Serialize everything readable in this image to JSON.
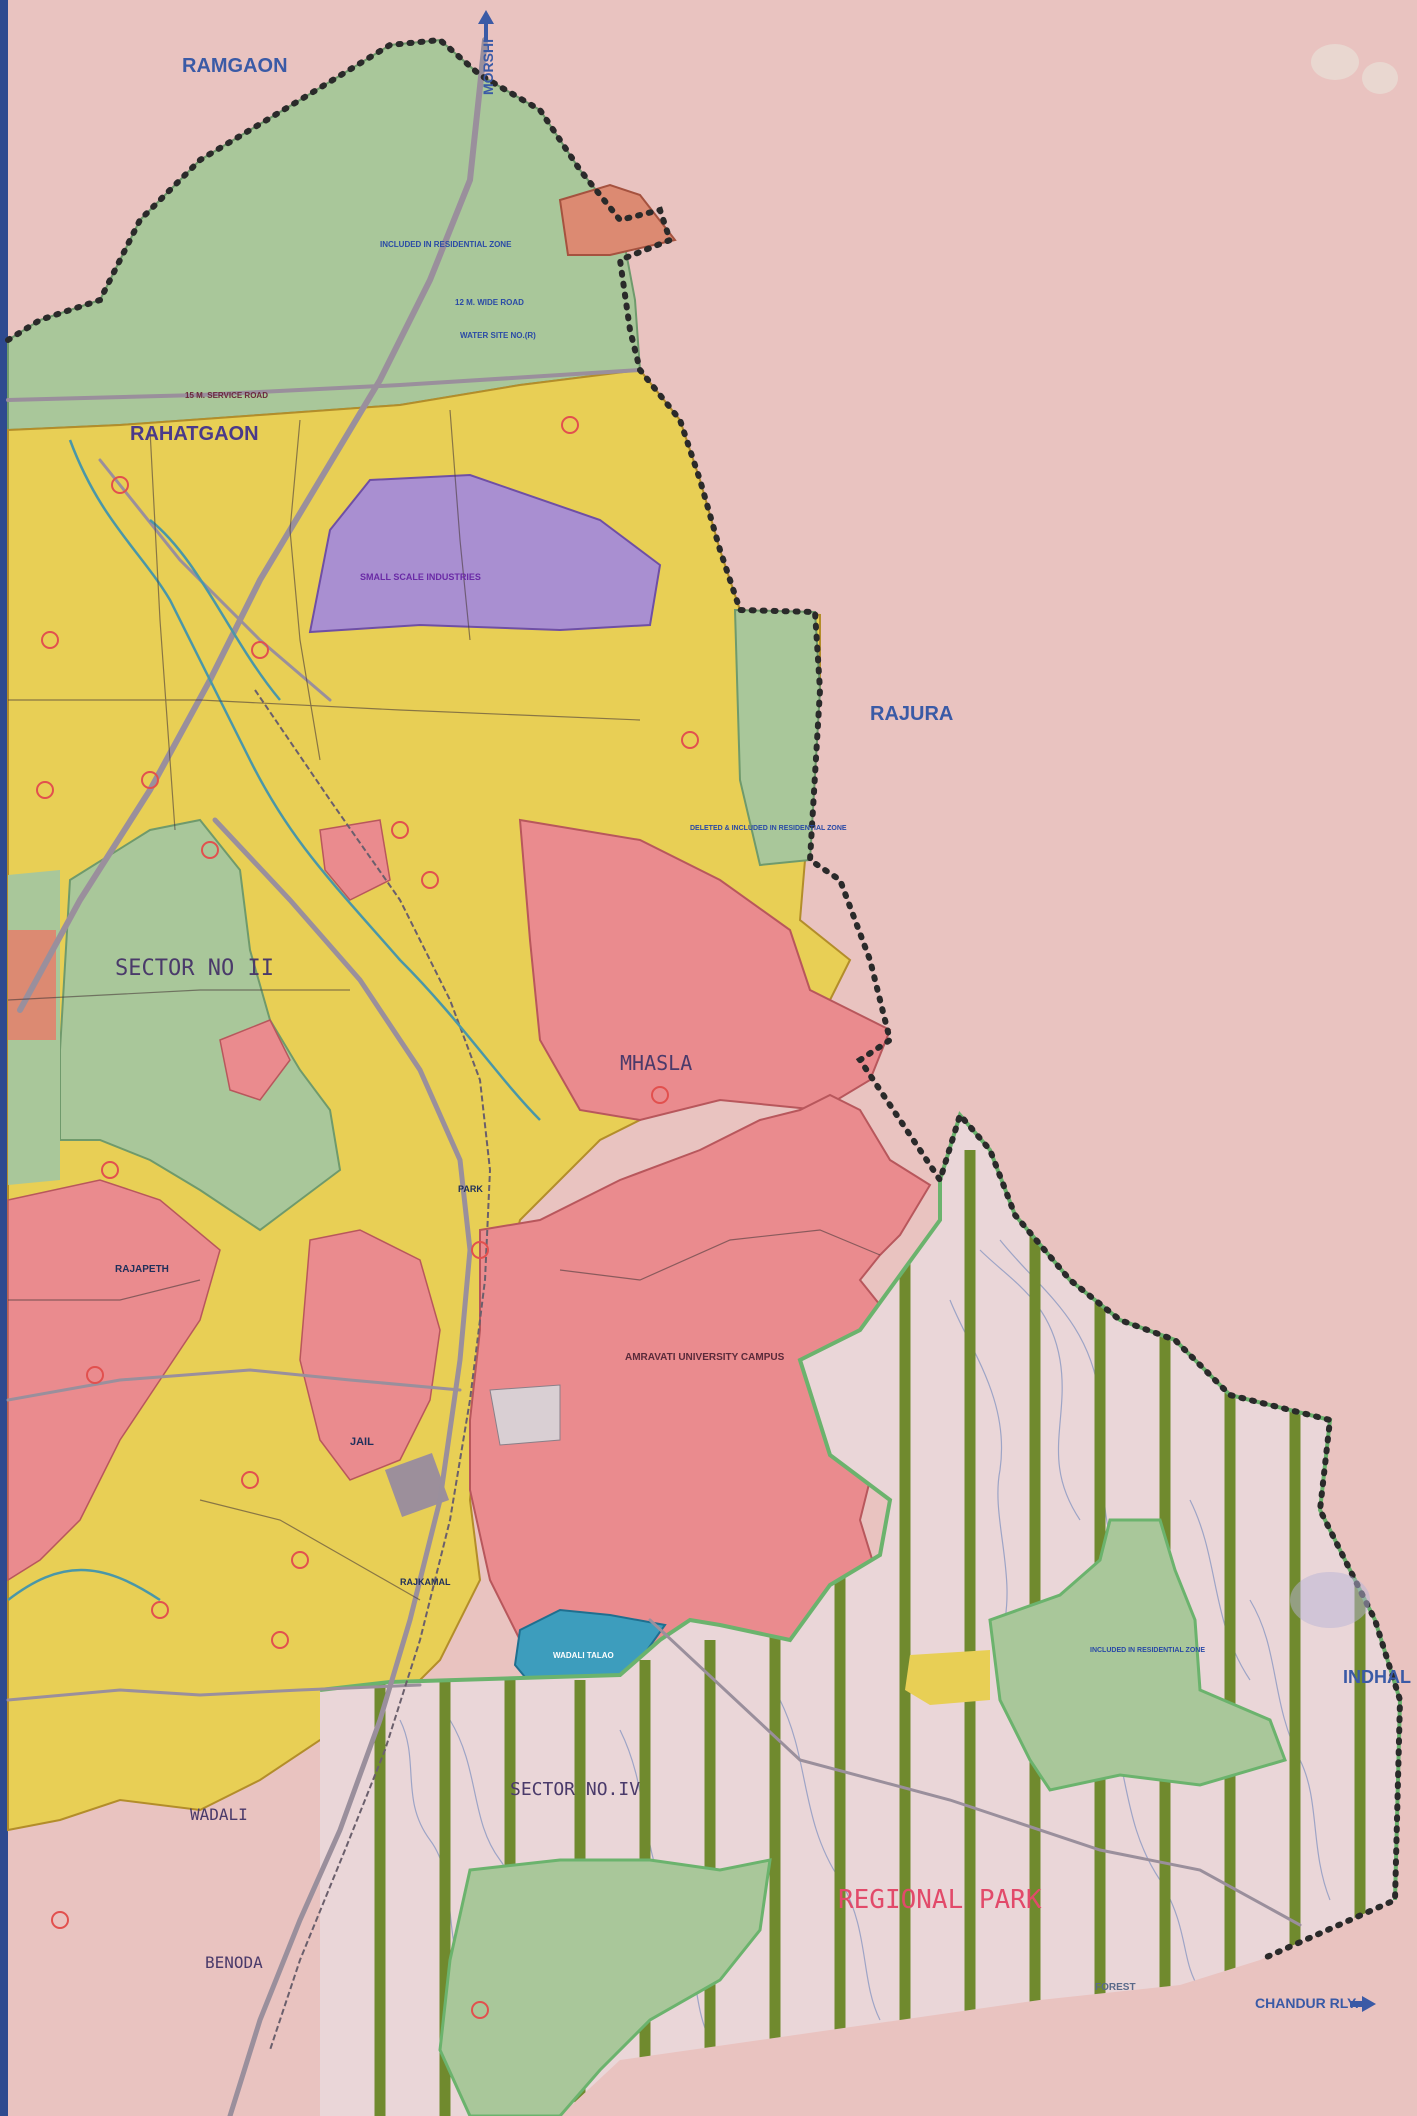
{
  "map": {
    "place_labels": {
      "ramgaon": "RAMGAON",
      "morshi": "MORSHI",
      "rahatgaon": "RAHATGAON",
      "rajura": "RAJURA",
      "sector_ii": "SECTOR NO II",
      "mhasla": "MHASLA",
      "university": "AMRAVATI UNIVERSITY CAMPUS",
      "sector_iv": "SECTOR NO.IV",
      "regional_park": "REGIONAL PARK",
      "indhala": "INDHAL",
      "chandur": "CHANDUR RLY.",
      "rajapeth": "RAJAPETH",
      "badnera": "BENODA",
      "rajkamal": "RAJKAMAL",
      "jail": "JAIL",
      "wadali": "WADALI",
      "wadali_talao": "WADALI TALAO",
      "park": "PARK",
      "reserved_forest": "FOREST"
    },
    "annotations": {
      "included_residential": "INCLUDED IN RESIDENTIAL ZONE",
      "small_scale_industries": "SMALL SCALE INDUSTRIES",
      "deleted_included": "DELETED & INCLUDED IN RESIDENTIAL ZONE",
      "service_road": "15 M. SERVICE ROAD",
      "wide_road": "12 M. WIDE ROAD",
      "site_no": "WATER SITE NO.(R)"
    },
    "zone_colors": {
      "agricultural": "#a9c79a",
      "residential": "#e8cf55",
      "public_semi_public": "#ea8b8e",
      "industrial": "#a98fd1",
      "commercial": "#dc8a72",
      "water": "#3d9dbd",
      "regional_park_stripe": "#708a2e",
      "boundary": "#2a2a2a"
    }
  }
}
